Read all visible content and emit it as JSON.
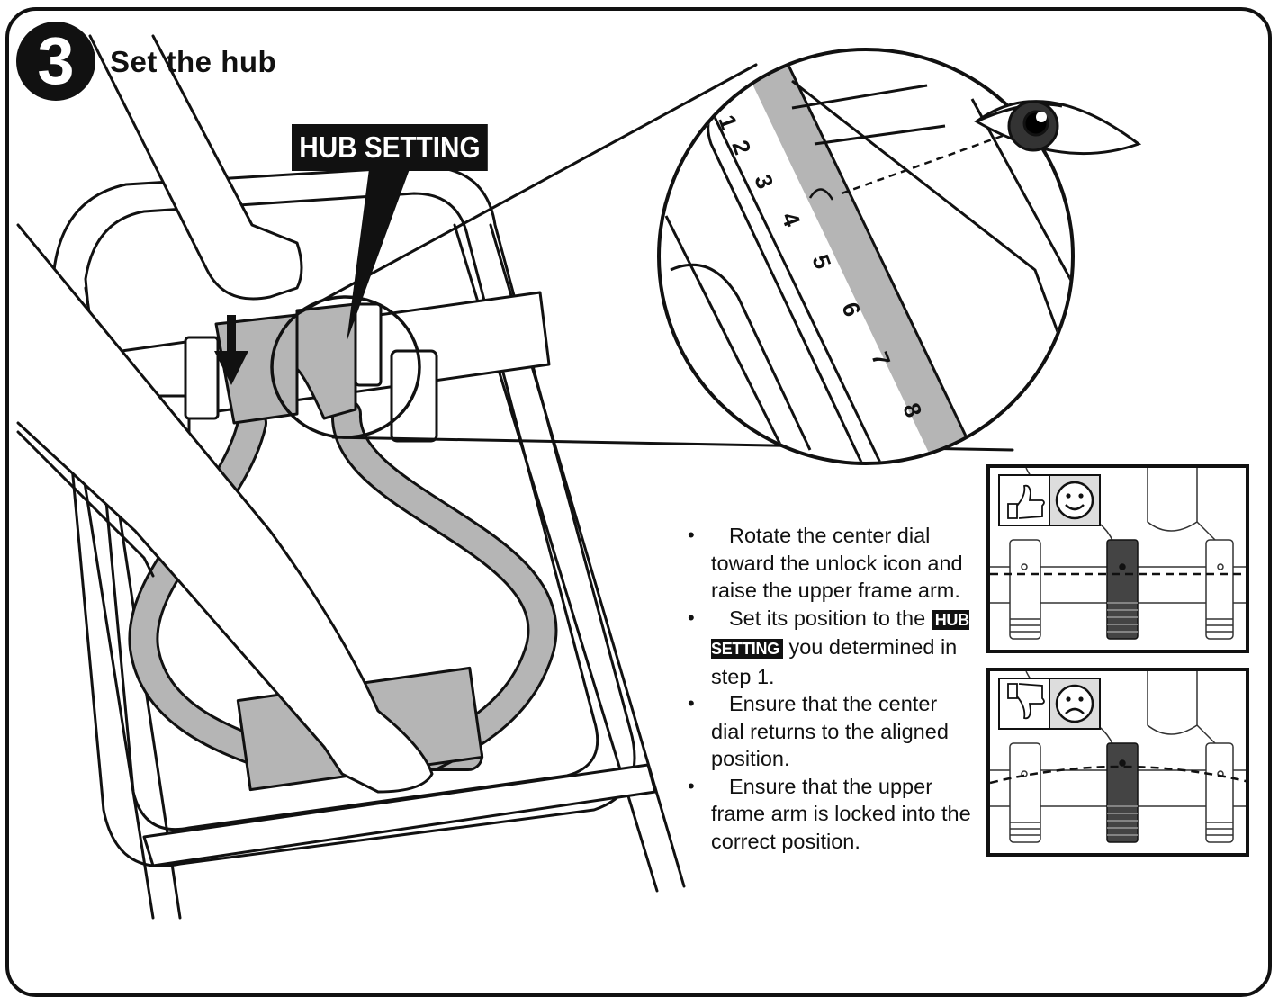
{
  "step": {
    "number": "3",
    "title": "Set the hub"
  },
  "callout": {
    "label": "HUB SETTING"
  },
  "dial_scale": {
    "numbers": [
      "1",
      "2",
      "3",
      "4",
      "5",
      "6",
      "7",
      "8"
    ]
  },
  "instructions": {
    "item1": "Rotate the center dial toward the unlock icon and raise the upper frame arm.",
    "item2_before": "Set its position to the",
    "item2_tag": "HUB SETTING",
    "item2_after": "you determined in step 1.",
    "item3": "Ensure that the center dial returns to the aligned position.",
    "item4": "Ensure that the upper frame arm is locked into the correct position."
  },
  "panels": {
    "good": {
      "icons": [
        "thumbs-up-icon",
        "smiley-happy-icon"
      ]
    },
    "bad": {
      "icons": [
        "thumbs-down-icon",
        "smiley-sad-icon"
      ]
    }
  },
  "colors": {
    "ink": "#111111",
    "highlight_gray": "#b5b5b5",
    "dial_dark": "#3a3a3a"
  }
}
